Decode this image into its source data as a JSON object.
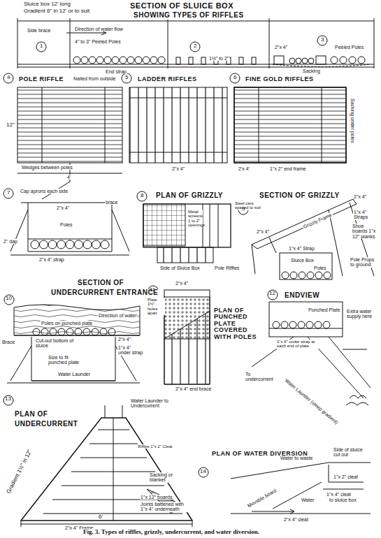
{
  "diagram": {
    "caption": "Fig. 3. Types of riffles, grizzly, undercurrent, and water diversion.",
    "labels": [
      "Sluice box 12' long",
      "Gradient 6\" in 12' or to suit",
      "SECTION OF SLUICE BOX",
      "SHOWING TYPES OF RIFFLES",
      "Side brace",
      "1",
      "Direction of water flow",
      "4\" to 3\" Peeled Poles",
      "End strap",
      "2",
      "1½\" to 2\"",
      "3",
      "2\"x 4\"",
      "Peeled Poles",
      "Sacking",
      "4",
      "POLE RIFFLE",
      "Nailed from outside",
      "5",
      "LADDER RIFFLES",
      "6",
      "FINE GOLD RIFFLES",
      "Sacking under poles",
      "12\"",
      "Wedges between poles",
      "2\"x 4\"",
      "2'x 4'",
      "1\"x 2\" end frame",
      "7",
      "Cap aprons each side",
      "brace",
      "2\"x 4\"",
      "Poles",
      "2\" dap",
      "2\"x 4\" strap",
      "8",
      "PLAN OF GRIZZLY",
      "Metal screens 1 to 2\" openings",
      "Steel cars spaced to suit",
      "Side of Sluice Box",
      "Pole Riffles",
      "9",
      "SECTION OF GRIZZLY",
      "2\"x 4\"",
      "1\"x 4\" Straps",
      "Shoe boards 1\"x 12\" planks",
      "Grizzly Frame",
      "2\"x 4\"",
      "1\"x 4\" Strap",
      "Sluice Box",
      "Poles",
      "Pole Props to ground",
      "SECTION OF",
      "UNDERCURRENT ENTRANCE",
      "10",
      "Direction of water",
      "Poles on punched plate",
      "2\"x 4\"",
      "Brace",
      "Cut-out bottom of sluice",
      "1\"x 4\" under strap",
      "Size to fit punched plate",
      "Water Launder",
      "11",
      "2\"x 4\"",
      "Plate 1½\" holes apart",
      "PLAN OF PUNCHED PLATE COVERED WITH POLES",
      "2\"x 4\" end brace",
      "12",
      "ENDVIEW",
      "Punched Plate",
      "1\"x 6\" under strap at each end of plate",
      "Extra water supply here",
      "To undercurrent",
      "Water Launder (steep gradient)",
      "13",
      "PLAN OF",
      "UNDERCURRENT",
      "Water Launder to Undercurrent",
      "Riffles 1\"x 2\" Cleat",
      "Gradient 1½\" in 12\"",
      "Sacking or blanket",
      "1\"x 12\" boards",
      "Joints battened with 1\"x 4\" underneath",
      "2\"x 4\" Frame",
      "6'",
      "14",
      "PLAN OF WATER DIVERSION",
      "Water to waste",
      "Side of sluice cut out",
      "1\"x 2\" cleat",
      "1\"x 4\" cleat",
      "Movable board",
      "Water",
      "to sluice box",
      "2\"x 4\" cleat",
      "4'"
    ]
  }
}
